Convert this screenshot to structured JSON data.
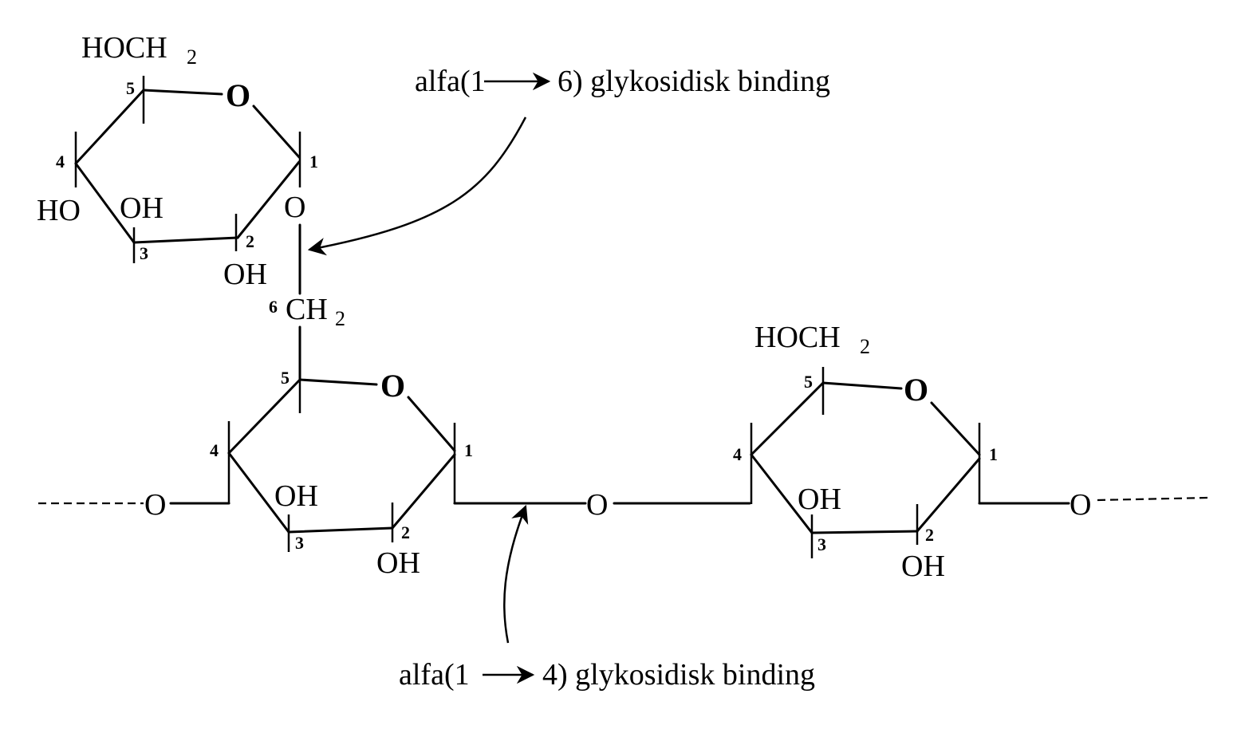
{
  "labels": {
    "ring_o": "O",
    "bridge_o": "O",
    "hoch2_main": "HOCH",
    "ch2_main": "CH",
    "h2_sub": "2",
    "ho": "HO",
    "oh": "OH",
    "n1": "1",
    "n2": "2",
    "n3": "3",
    "n4": "4",
    "n5": "5",
    "n6": "6"
  },
  "captions": {
    "alpha16_prefix": "alfa(1",
    "alpha16_suffix": "6) glykosidisk binding",
    "alpha14_prefix": "alfa(1",
    "alpha14_suffix": "4) glykosidisk binding"
  }
}
